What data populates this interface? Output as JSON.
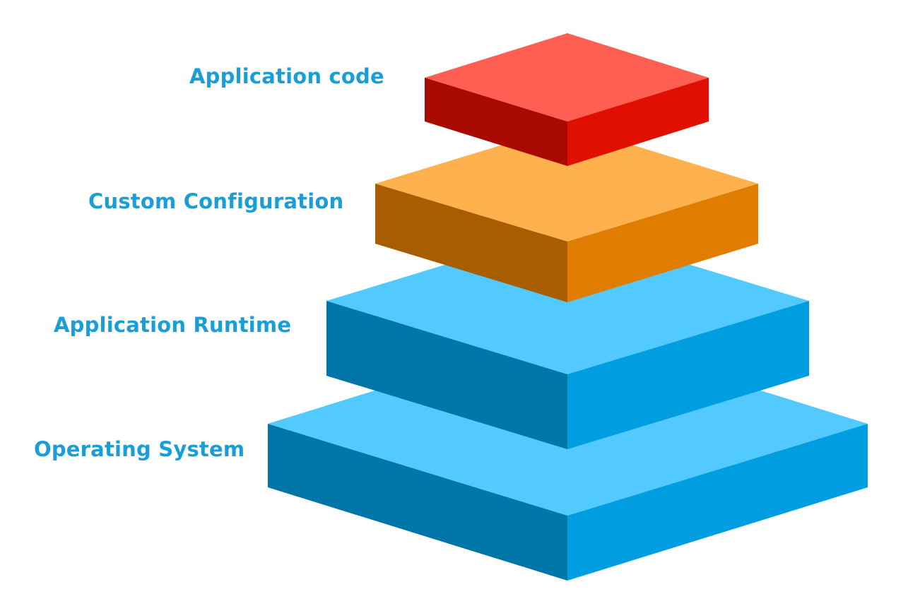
{
  "diagram": {
    "layers": [
      {
        "label": "Operating System",
        "colors": {
          "top": "#52CAFF",
          "left": "#0075A8",
          "right": "#009EE0"
        }
      },
      {
        "label": "Application Runtime",
        "colors": {
          "top": "#52CAFF",
          "left": "#0075A8",
          "right": "#009EE0"
        }
      },
      {
        "label": "Custom Configuration",
        "colors": {
          "top": "#FFB14E",
          "left": "#A85E00",
          "right": "#E07D00"
        }
      },
      {
        "label": "Application code",
        "colors": {
          "top": "#FF5F52",
          "left": "#A80A00",
          "right": "#E00F00"
        }
      }
    ],
    "label_color": "#1A9ED8"
  }
}
